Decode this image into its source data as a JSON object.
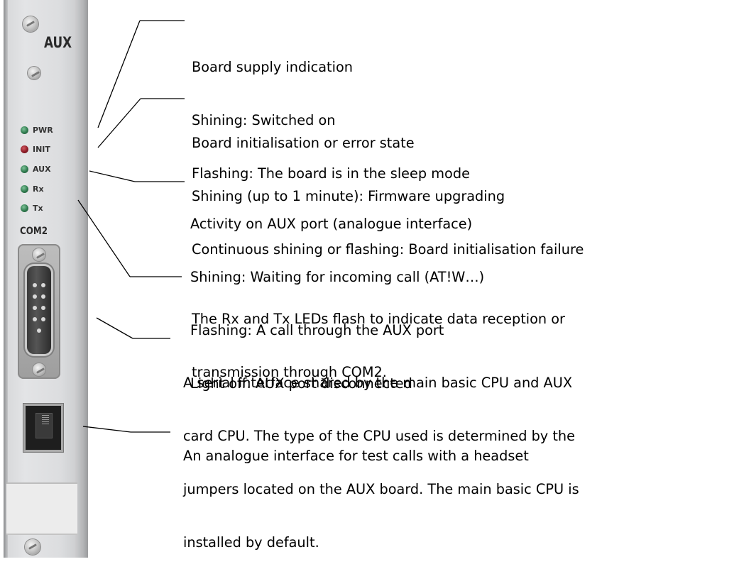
{
  "panel": {
    "title": "AUX",
    "leds": [
      {
        "label": "PWR",
        "color": "green"
      },
      {
        "label": "INIT",
        "color": "red"
      },
      {
        "label": "AUX",
        "color": "green"
      },
      {
        "label": "Rx",
        "color": "green"
      },
      {
        "label": "Tx",
        "color": "green"
      }
    ],
    "port_label": "COM2"
  },
  "annotations": [
    {
      "lines": [
        "Board supply indication",
        "Shining: Switched on",
        "Flashing: The board is in the sleep mode"
      ]
    },
    {
      "lines": [
        "Board initialisation or error state",
        "Shining (up to 1 minute): Firmware upgrading",
        "Continuous shining or flashing: Board initialisation failure"
      ]
    },
    {
      "lines": [
        "Activity on AUX port (analogue interface)",
        "Shining: Waiting for incoming call (AT!W…)",
        "Flashing: A call through the AUX port",
        "Light off: AUX port disconnected"
      ]
    },
    {
      "lines": [
        "The Rx and Tx LEDs flash to indicate data reception or",
        "transmission through COM2."
      ]
    },
    {
      "lines": [
        "A serial interface shared by the main basic CPU and AUX",
        "card CPU. The type of the CPU used is determined by the",
        "jumpers located on the AUX board. The main basic CPU is",
        "installed by default."
      ]
    },
    {
      "lines": [
        "An analogue interface for test calls with a headset"
      ]
    }
  ]
}
